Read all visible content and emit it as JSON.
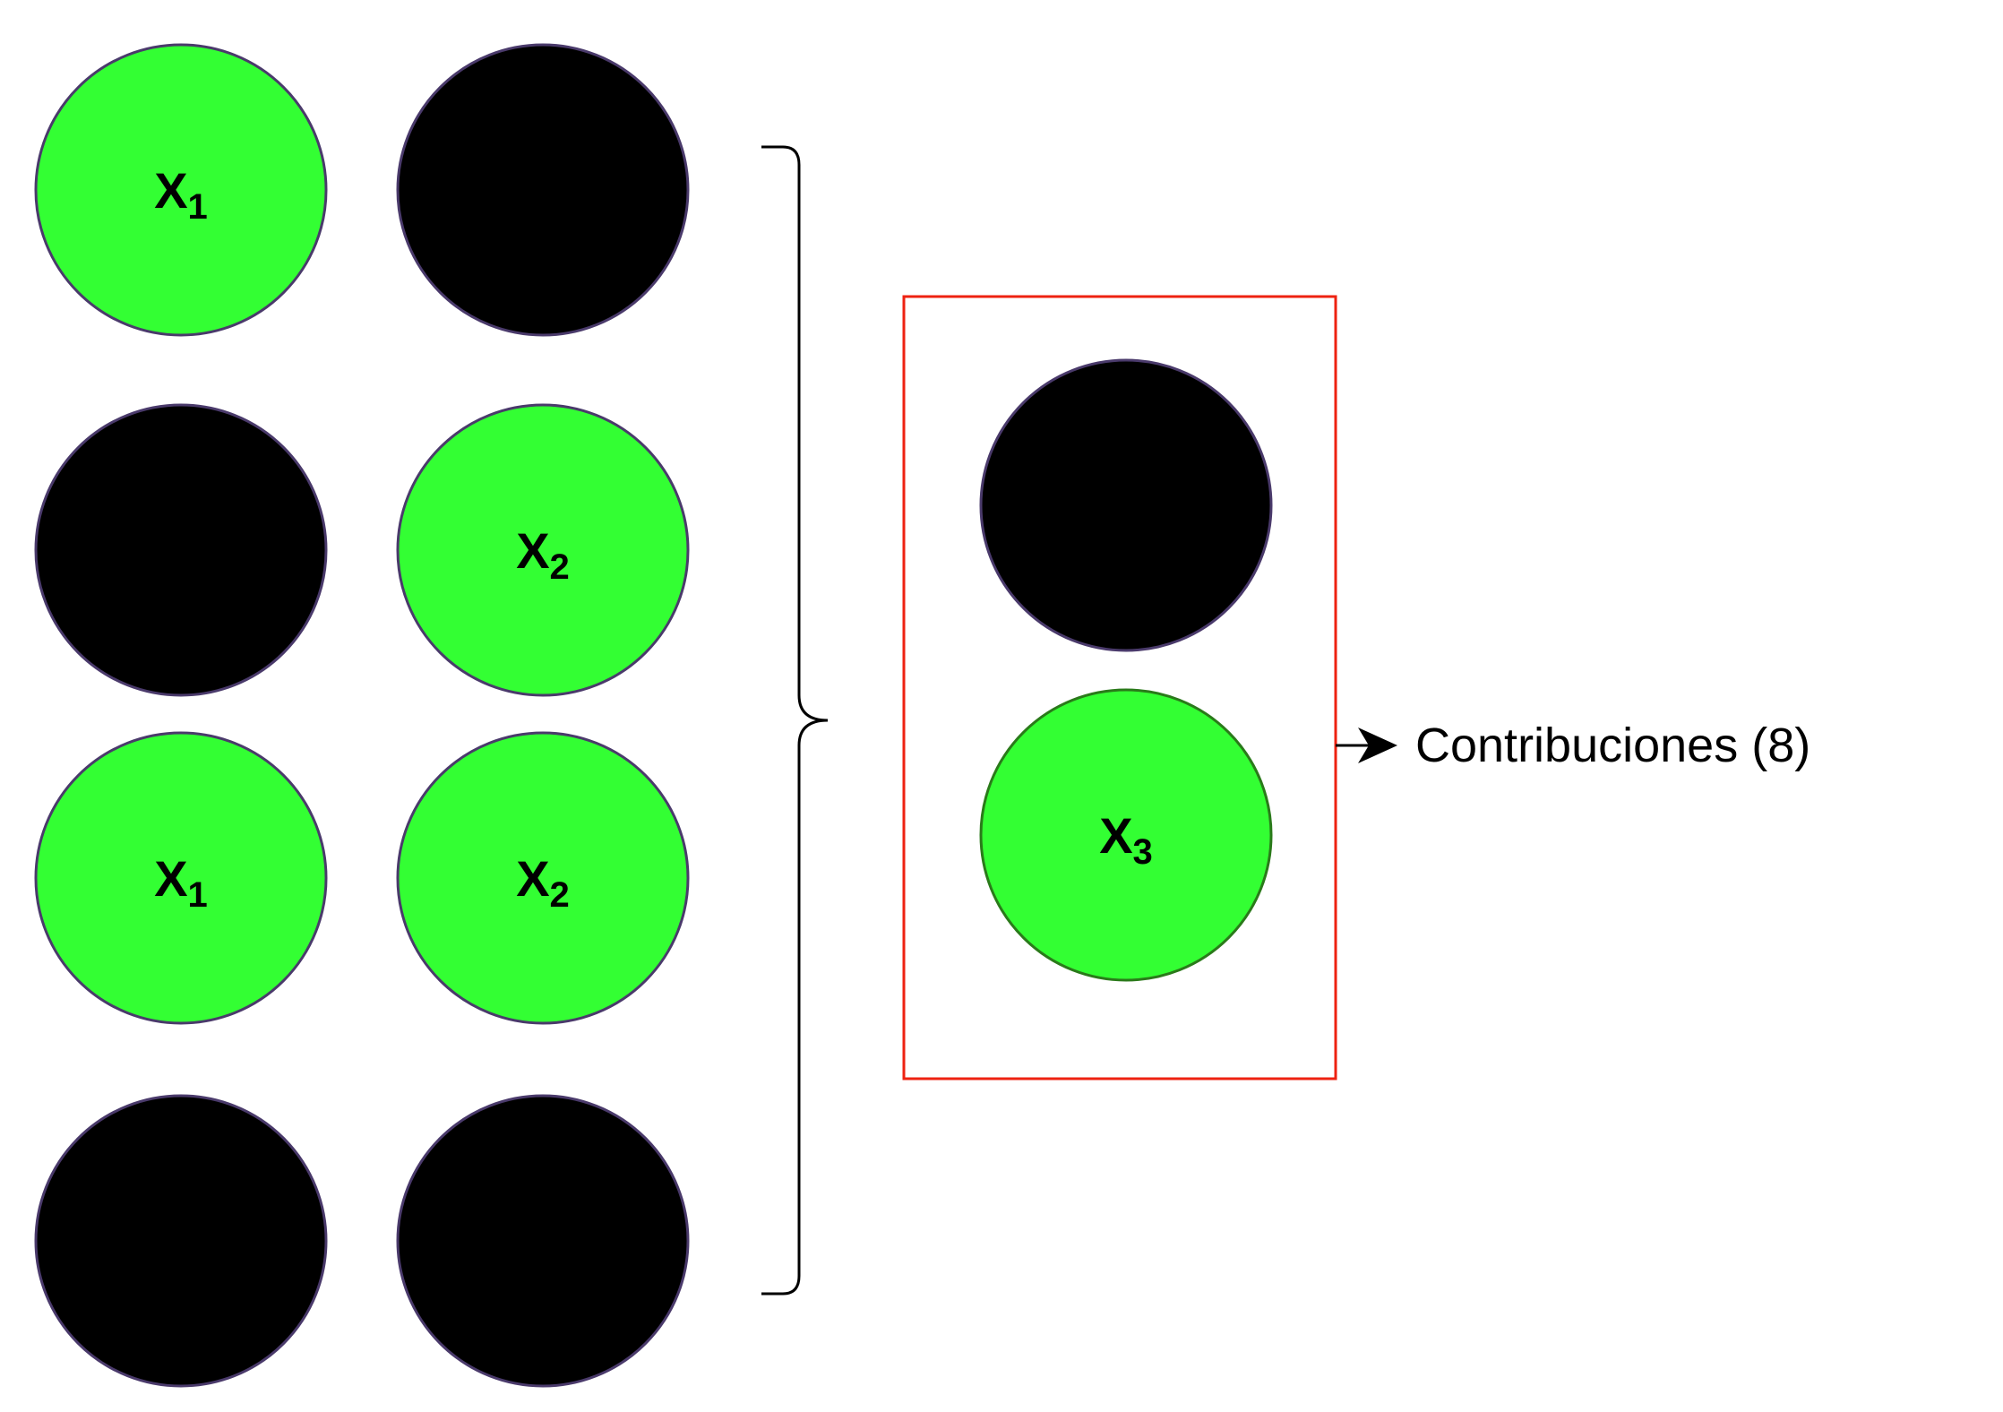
{
  "colors": {
    "active_fill": "#33ff33",
    "inactive_fill": "#000000",
    "node_stroke": "#4a3a6b",
    "highlight_node_stroke": "#2a7a1a",
    "highlight_box_stroke": "#ee2211",
    "brace_stroke": "#000000",
    "arrow_stroke": "#000000"
  },
  "left_grid": {
    "rows": [
      [
        {
          "active": true,
          "label": "X",
          "sub": "1"
        },
        {
          "active": false,
          "label": "",
          "sub": ""
        }
      ],
      [
        {
          "active": false,
          "label": "",
          "sub": ""
        },
        {
          "active": true,
          "label": "X",
          "sub": "2"
        }
      ],
      [
        {
          "active": true,
          "label": "X",
          "sub": "1"
        },
        {
          "active": true,
          "label": "X",
          "sub": "2"
        }
      ],
      [
        {
          "active": false,
          "label": "",
          "sub": ""
        },
        {
          "active": false,
          "label": "",
          "sub": ""
        }
      ]
    ]
  },
  "highlight_box": {
    "nodes": [
      {
        "active": false,
        "label": "",
        "sub": ""
      },
      {
        "active": true,
        "label": "X",
        "sub": "3"
      }
    ]
  },
  "output_label": "Contribuciones (8)",
  "icons": {
    "brace": "right-curly-brace-icon",
    "arrow": "arrow-right-icon"
  }
}
